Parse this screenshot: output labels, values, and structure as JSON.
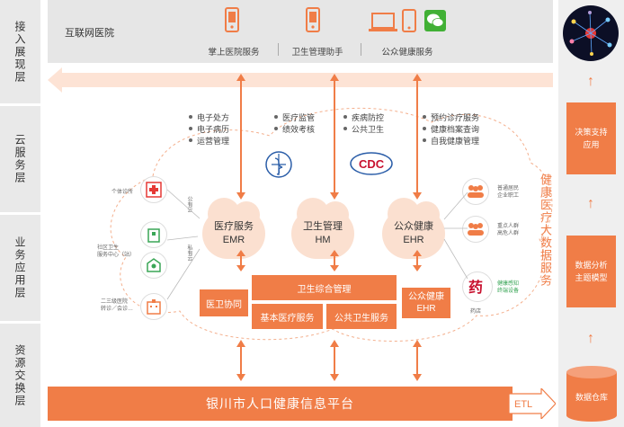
{
  "layers": [
    "接入展现层",
    "云服务层",
    "业务应用层",
    "资源交换层"
  ],
  "access": {
    "title": "互联网医院",
    "services": [
      "掌上医院服务",
      "卫生管理助手",
      "公众健康服务"
    ]
  },
  "cloud_bullets": {
    "group1": [
      "电子处方",
      "电子病历",
      "运营管理"
    ],
    "group2": [
      "医疗监管",
      "绩效考核"
    ],
    "group3": [
      "疾病防控",
      "公共卫生"
    ],
    "group4": [
      "预约诊疗服务",
      "健康档案查询",
      "自我健康管理"
    ]
  },
  "cloud_nodes": {
    "medical": {
      "line1": "医疗服务",
      "line2": "EMR"
    },
    "health_mgmt": {
      "line1": "卫生管理",
      "line2": "HM"
    },
    "public": {
      "line1": "公众健康",
      "line2": "EHR"
    }
  },
  "left_icons": {
    "clinic": "个体诊所",
    "community": [
      "社区卫生",
      "服务中心（站）"
    ],
    "hospital": [
      "二三级医院",
      "转诊／会诊…"
    ],
    "public_cloud": "公有云",
    "private_cloud": "私有云"
  },
  "right_icons": {
    "residents": [
      "普通居民",
      "企业职工"
    ],
    "key_groups": [
      "重点人群",
      "高危人群"
    ],
    "pharmacy": "药店",
    "devices": [
      "健康感知",
      "终端设备"
    ]
  },
  "business": {
    "coop": "医卫协同",
    "integrated": "卫生综合管理",
    "basic": "基本医疗服务",
    "public_health": "公共卫生服务",
    "ehr_line1": "公众健康",
    "ehr_line2": "EHR"
  },
  "side_title": "健康医疗大数据服务",
  "platform": "银川市人口健康信息平台",
  "etl": "ETL",
  "right_column": {
    "decision": [
      "决策支持",
      "应用"
    ],
    "analysis": [
      "数据分析",
      "主题模型"
    ],
    "warehouse": "数据仓库"
  },
  "colors": {
    "accent": "#f07d47",
    "light": "#fbe0d0",
    "band": "#e6e6e6"
  },
  "icon_names": [
    "phone-icon",
    "computer-icon",
    "wechat-icon",
    "who-logo-icon",
    "cdc-logo-icon",
    "hospital-icon",
    "people-icon",
    "medicine-icon"
  ]
}
